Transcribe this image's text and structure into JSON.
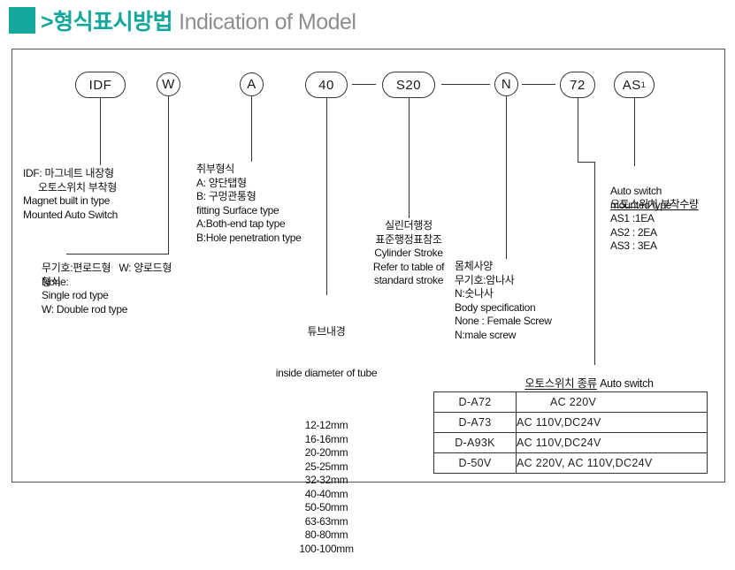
{
  "header": {
    "chevron": ">",
    "title_ko": "형식표시방법",
    "title_en": "Indication of Model",
    "accent_color": "#14a79c"
  },
  "model_code": {
    "segments": [
      {
        "label": "IDF"
      },
      {
        "label": "W"
      },
      {
        "label": "A"
      },
      {
        "label": "40"
      },
      {
        "label": "S20"
      },
      {
        "label": "N"
      },
      {
        "label": "72"
      },
      {
        "label": "AS",
        "sub": "1"
      }
    ]
  },
  "annotations": {
    "magnet": {
      "lines": [
        "IDF: 마그네트 내장형",
        "오토스위치 부착형",
        "Magnet built in type",
        "Mounted Auto Switch"
      ]
    },
    "rod_type": {
      "title": "형식",
      "lines": [
        "무기호:편로드형   W: 양로드형",
        "None:",
        "Single rod type",
        "W: Double rod type"
      ]
    },
    "mounting": {
      "lines": [
        "취부형식",
        "A: 양단탭형",
        "B: 구멍관통형",
        "fitting Surface type",
        "A:Both-end tap type",
        "B:Hole penetration type"
      ]
    },
    "tube_bore": {
      "title_ko": "튜브내경",
      "title_en": "inside diameter of tube",
      "sizes": [
        "12-12mm",
        "16-16mm",
        "20-20mm",
        "25-25mm",
        "32-32mm",
        "40-40mm",
        "50-50mm",
        "63-63mm",
        "80-80mm",
        "100-100mm"
      ]
    },
    "stroke": {
      "lines": [
        "실린더행정",
        "표준행정표참조",
        "Cylinder Stroke",
        "Refer to table of",
        "standard stroke"
      ]
    },
    "body_spec": {
      "lines": [
        "몸체사양",
        "무기호:암나사",
        "N:숫나사",
        "Body specification",
        "None : Female Screw",
        "N:male screw"
      ]
    },
    "switch_qty": {
      "title": "오토스위치 부착수량",
      "lines": [
        "Auto switch",
        "mounted type",
        "AS1 :1EA",
        "AS2 : 2EA",
        "AS3 : 3EA"
      ]
    }
  },
  "auto_switch_table": {
    "title_ko": "오토스위치 종류",
    "title_en": "Auto switch",
    "rows": [
      {
        "model": "D-A72",
        "voltage": "AC 220V"
      },
      {
        "model": "D-A73",
        "voltage": "AC 110V,DC24V"
      },
      {
        "model": "D-A93K",
        "voltage": "AC 110V,DC24V"
      },
      {
        "model": "D-50V",
        "voltage": "AC 220V, AC 110V,DC24V"
      }
    ]
  }
}
